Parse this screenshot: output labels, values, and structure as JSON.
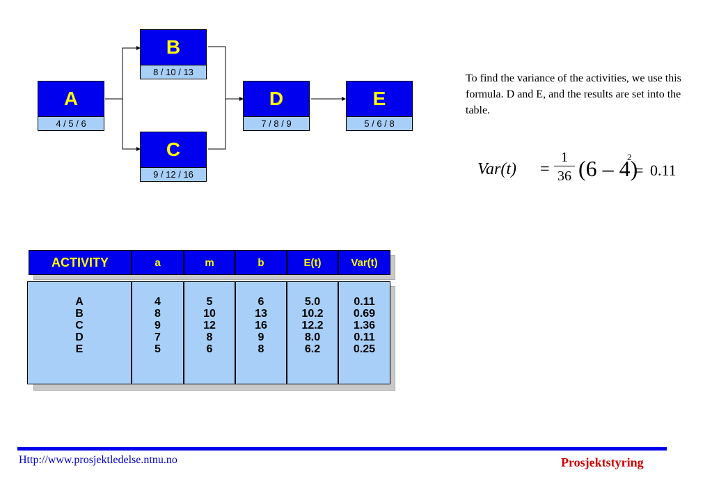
{
  "network": {
    "nodes": [
      {
        "id": "A",
        "label": "A",
        "estimates": "4 / 5 / 6"
      },
      {
        "id": "B",
        "label": "B",
        "estimates": "8 / 10 / 13"
      },
      {
        "id": "C",
        "label": "C",
        "estimates": "9 / 12 / 16"
      },
      {
        "id": "D",
        "label": "D",
        "estimates": "7 / 8 / 9"
      },
      {
        "id": "E",
        "label": "E",
        "estimates": "5 / 6 / 8"
      }
    ],
    "edges": [
      [
        "A",
        "B"
      ],
      [
        "A",
        "C"
      ],
      [
        "B",
        "D"
      ],
      [
        "C",
        "D"
      ],
      [
        "D",
        "E"
      ]
    ]
  },
  "text": {
    "paragraph": "To find the variance of the activities, we use this formula. D and E, and the results are set into the table."
  },
  "formula": {
    "lhs": "Var(t)",
    "eq": "=",
    "numerator": "1",
    "denominator": "36",
    "paren": "(6 – 4)",
    "exponent": "2",
    "eq2": "=",
    "result": "0.11"
  },
  "table": {
    "headers": [
      "ACTIVITY",
      "a",
      "m",
      "b",
      "E(t)",
      "Var(t)"
    ],
    "columns": [
      [
        "A",
        "B",
        "C",
        "D",
        "E"
      ],
      [
        "4",
        "8",
        "9",
        "7",
        "5"
      ],
      [
        "5",
        "10",
        "12",
        "8",
        "6"
      ],
      [
        "6",
        "13",
        "16",
        "9",
        "8"
      ],
      [
        "5.0",
        "10.2",
        "12.2",
        "8.0",
        "6.2"
      ],
      [
        "0.11",
        "0.69",
        "1.36",
        "0.11",
        "0.25"
      ]
    ]
  },
  "footer": {
    "url": "Http://www.prosjektledelse.ntnu.no",
    "brand": "Prosjektstyring"
  },
  "colors": {
    "node_fill": "#0000ee",
    "node_text": "#ffff00",
    "duration_fill": "#a8cff7",
    "footer_line": "#0000ee",
    "brand": "#cc0000"
  }
}
